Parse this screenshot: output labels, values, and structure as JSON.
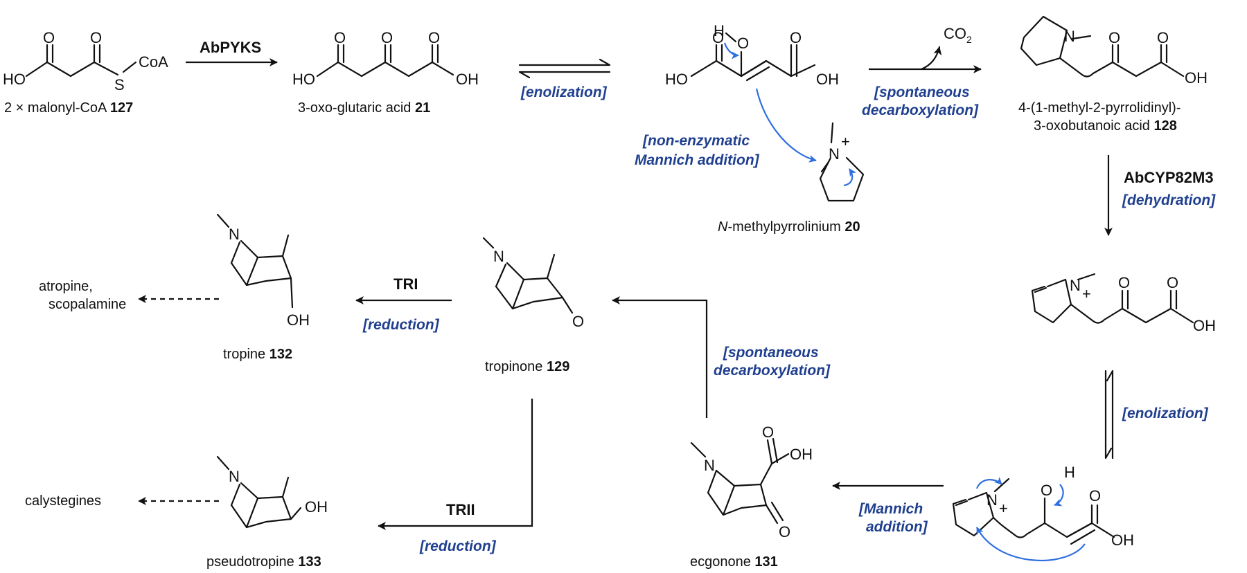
{
  "colors": {
    "ink": "#111111",
    "condition_text": "#1f3f8f",
    "electron_arrow": "#2f6fe0"
  },
  "atoms": {
    "O": "O",
    "OH": "OH",
    "HO": "HO",
    "H": "H",
    "S": "S",
    "N": "N",
    "CoA": "CoA",
    "plus": "+",
    "CO2_main": "CO",
    "CO2_sub": "2"
  },
  "compounds": {
    "malonyl": {
      "name": "2 × malonyl-CoA ",
      "number": "127"
    },
    "oxoglutaric": {
      "name": "3-oxo-glutaric acid ",
      "number": "21"
    },
    "pyrrolinium": {
      "prefix": "N",
      "name": "-methylpyrrolinium ",
      "number": "20"
    },
    "oxobutanoic": {
      "line1": "4-(1-methyl-2-pyrrolidinyl)-",
      "line2": "3-oxobutanoic acid ",
      "number": "128"
    },
    "tropinone": {
      "name": "tropinone ",
      "number": "129"
    },
    "tropine": {
      "name": "tropine ",
      "number": "132"
    },
    "pseudotropine": {
      "name": "pseudotropine ",
      "number": "133"
    },
    "ecgonone": {
      "name": "ecgonone ",
      "number": "131"
    }
  },
  "products": {
    "atropine_line1": "atropine,",
    "atropine_line2": "scopalamine",
    "calystegines": "calystegines"
  },
  "enzymes": {
    "pyks": "AbPYKS",
    "cyp": "AbCYP82M3",
    "tri": "TRI",
    "trii": "TRII"
  },
  "conditions": {
    "enolization": "[enolization]",
    "spont_decarb_line1": "[spontaneous",
    "spont_decarb_line2": "decarboxylation]",
    "nonenz_line1": "[non-enzymatic",
    "nonenz_line2": "Mannich addition]",
    "dehydration": "[dehydration]",
    "reduction": "[reduction]",
    "mannich_line1": "[Mannich",
    "mannich_line2": "addition]"
  }
}
